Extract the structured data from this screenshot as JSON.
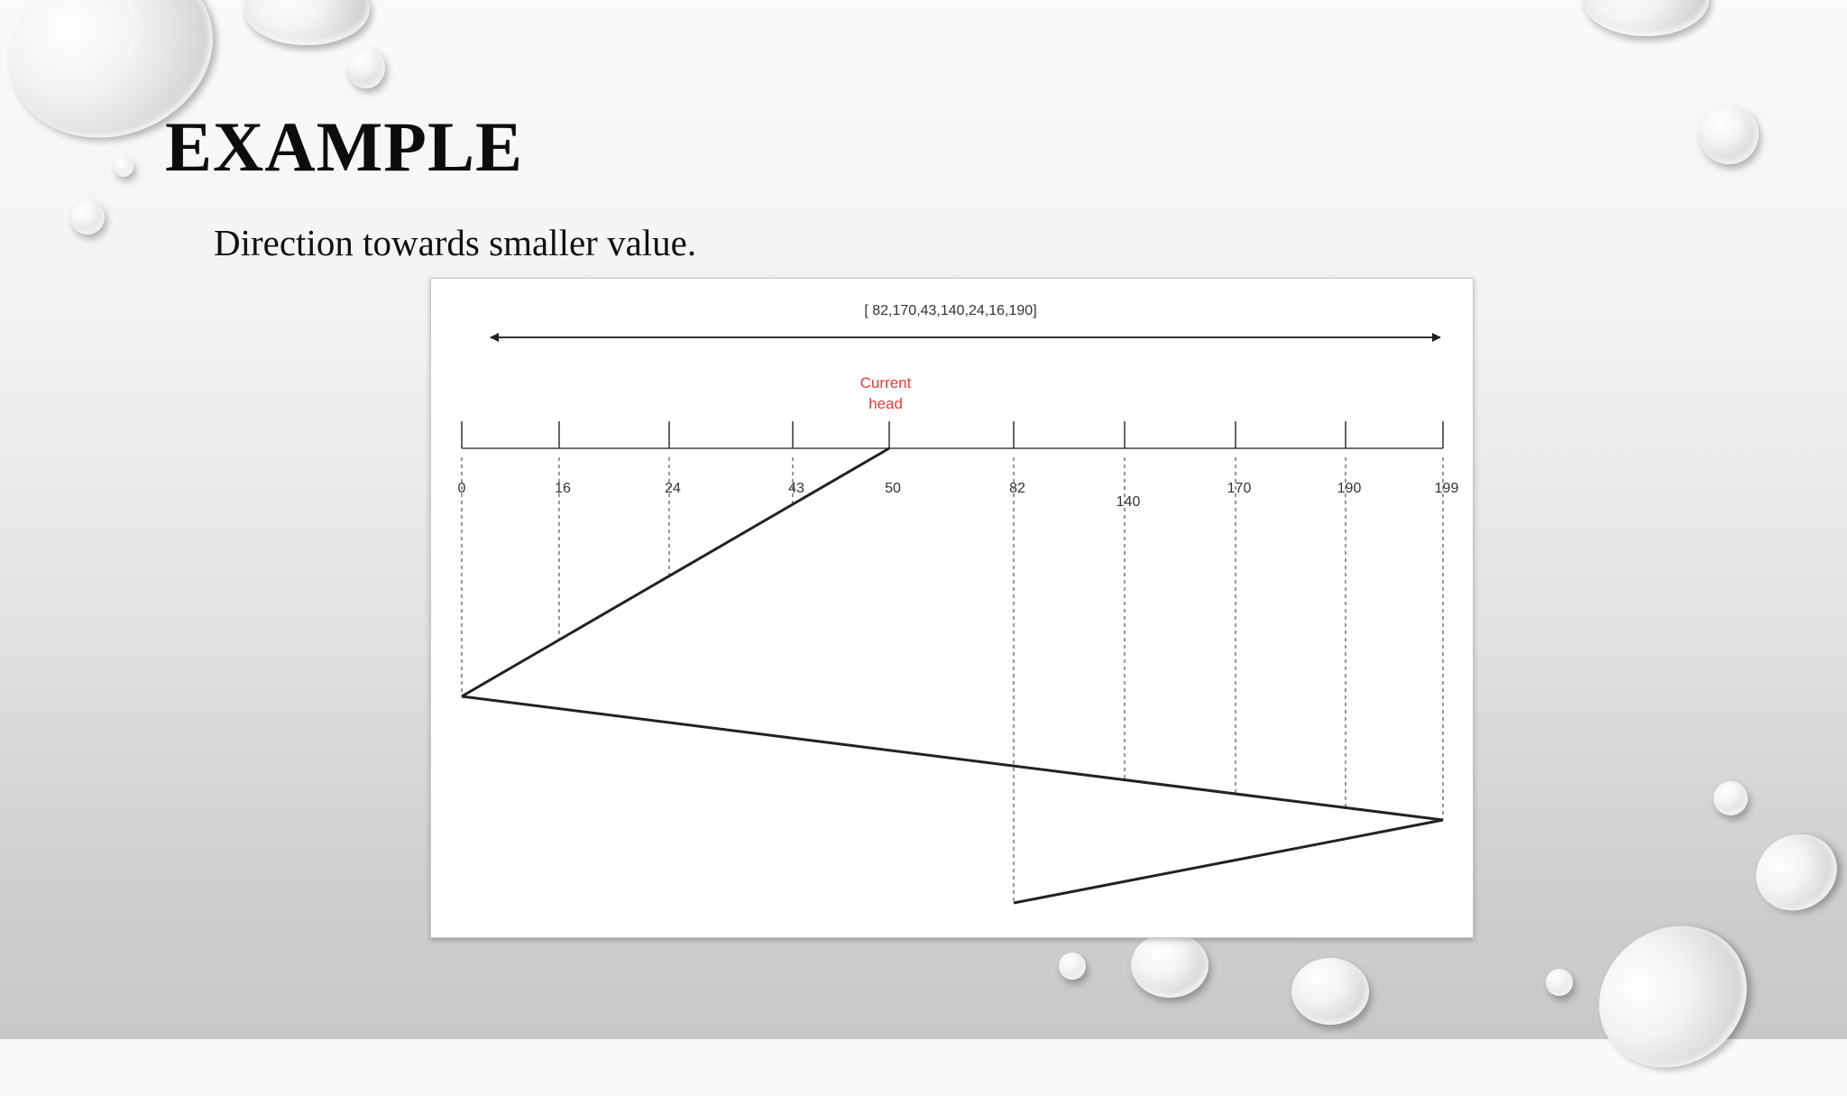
{
  "slide": {
    "title": "EXAMPLE",
    "subtitle": "Direction towards smaller value."
  },
  "diagram": {
    "request_queue": "[ 82,170,43,140,24,16,190]",
    "head_label_line1": "Current",
    "head_label_line2": "head",
    "head_label_color": "#e23c3c",
    "ticks": [
      "0",
      "16",
      "24",
      "43",
      "50",
      "82",
      "140",
      "170",
      "190",
      "199"
    ],
    "service_order": [
      50,
      43,
      24,
      16,
      0,
      199,
      190,
      170,
      140,
      82
    ]
  }
}
